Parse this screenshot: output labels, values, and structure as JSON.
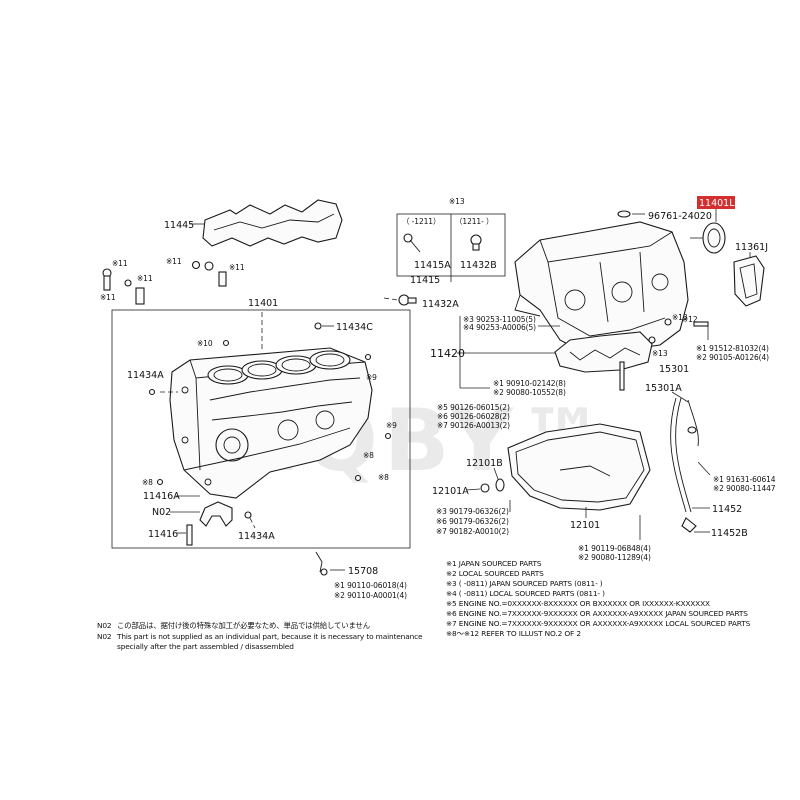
{
  "labels": {
    "p11445": "11445",
    "p11401": "11401",
    "p11434C": "11434C",
    "p11434A_l": "11434A",
    "p11416A": "11416A",
    "pN02": "N02",
    "p11416": "11416",
    "p11434A_b": "11434A",
    "p15708": "15708",
    "p11432A": "11432A",
    "p11415A": "11415A",
    "p11432B": "11432B",
    "p11415": "11415",
    "p11401L": "11401L",
    "p96761": "96761-24020",
    "p11361J": "11361J",
    "p11420": "11420",
    "p15301": "15301",
    "p15301A": "15301A",
    "p12101B": "12101B",
    "p12101A": "12101A",
    "p12101": "12101",
    "p11452": "11452",
    "p11452B": "11452B"
  },
  "marks": {
    "m11a": "※11",
    "m11b": "※11",
    "m11c": "※11",
    "m11d": "※11",
    "m11e": "※11",
    "m10": "※10",
    "m9a": "※9",
    "m9b": "※9",
    "m8a": "※8",
    "m8b": "※8",
    "m8c": "※8",
    "m13a": "※13",
    "m13b": "※13",
    "m12": "※12",
    "m13top": "※13",
    "r1211": "（ -1211）",
    "r1211b": "（1211- ）"
  },
  "partnos": {
    "a1": "※3 90253-11005(5)",
    "a2": "※4 90253-A0006(5)",
    "b1": "※1 90910-02142(8)",
    "b2": "※2 90080-10552(8)",
    "c1": "※5 90126-06015(2)",
    "c2": "※6 90126-06028(2)",
    "c3": "※7 90126-A0013(2)",
    "d1": "※1 91512-81032(4)",
    "d2": "※2 90105-A0126(4)",
    "e1": "※1 91631-60614",
    "e2": "※2 90080-11447",
    "f1": "※3 90179-06326(2)",
    "f2": "※6 90179-06326(2)",
    "f3": "※7 90182-A0010(2)",
    "g1": "※1 90119-06848(4)",
    "g2": "※2 90080-11289(4)",
    "h1": "※1 90110-06018(4)",
    "h2": "※2 90110-A0001(4)"
  },
  "legend": [
    "※1  JAPAN SOURCED PARTS",
    "※2  LOCAL SOURCED PARTS",
    "※3 (        -0811) JAPAN SOURCED PARTS (0811-        )",
    "※4 (        -0811) LOCAL SOURCED PARTS (0811-        )",
    "※5 ENGINE NO.=0XXXXXX-8XXXXXX OR BXXXXXX OR IXXXXXX-KXXXXXX",
    "※6 ENGINE NO.=7XXXXXX-9XXXXXX OR AXXXXXX-A9XXXXX JAPAN SOURCED PARTS",
    "※7 ENGINE NO.=7XXXXXX-9XXXXXX OR AXXXXXX-A9XXXXX LOCAL SOURCED PARTS",
    "※8〜※12 REFER TO ILLUST NO.2 OF 2"
  ],
  "footnote": {
    "jp_code": "N02",
    "jp_text": "この部品は、据付け後の特殊な加工が必要なため、単品では供給していません",
    "en_code": "N02",
    "en_text_1": "This part is not supplied as an individual part, because it is necessary to maintenance",
    "en_text_2": "specially after the part assembled / disassembled"
  },
  "watermark": "EQBY™",
  "colors": {
    "highlight": "#d32f2f",
    "line": "#222222"
  }
}
